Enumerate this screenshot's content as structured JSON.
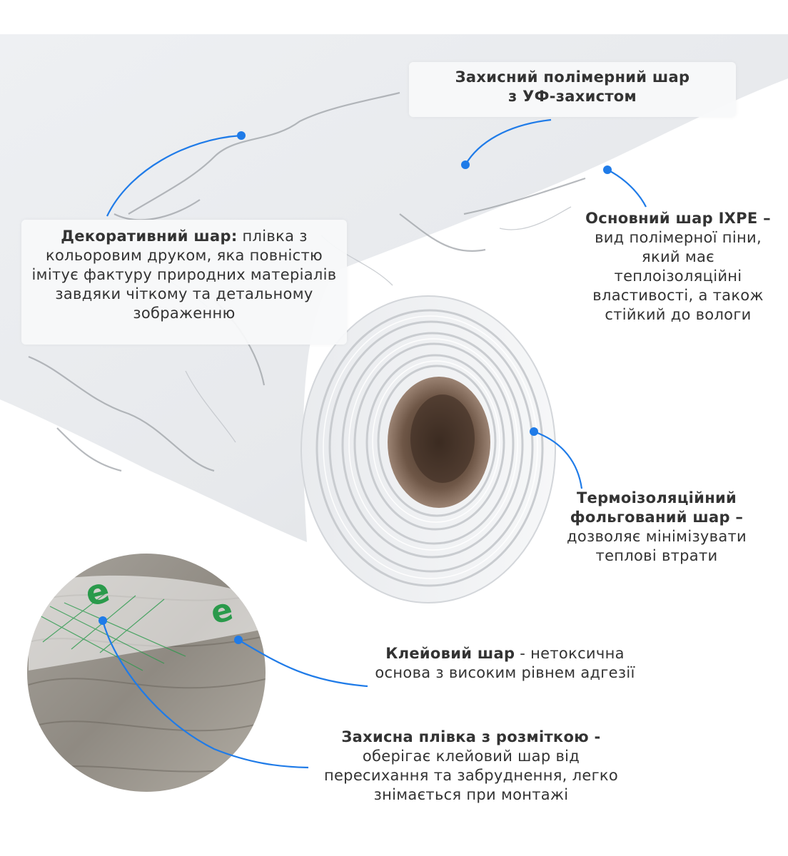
{
  "accent_color": "#1f7be8",
  "callouts": {
    "uv_layer": {
      "title": "Захисний полімерний шар",
      "line2": "з УФ-захистом"
    },
    "decorative_layer": {
      "title": "Декоративний шар:",
      "text": "плівка з кольоровим друком, яка повністю імітує фактуру природних матеріалів завдяки чіткому та детальному зображенню"
    },
    "ixpe_layer": {
      "title": "Основний шар IXPE –",
      "text": "вид полімерної піни, який має теплоізоляційні властивості, а також стійкий до вологи"
    },
    "foil_layer": {
      "title": "Термоізоляційний фольгований шар –",
      "text": "дозволяє мінімізувати теплові втрати"
    },
    "adhesive_layer": {
      "title": "Клейовий шар",
      "text": "- нетоксична основа з високим рівнем адгезії"
    },
    "protective_film": {
      "title": "Захисна плівка з розміткою -",
      "text": "оберігає клейовий шар від пересихання та забруднення, легко знімається при монтажі"
    }
  }
}
